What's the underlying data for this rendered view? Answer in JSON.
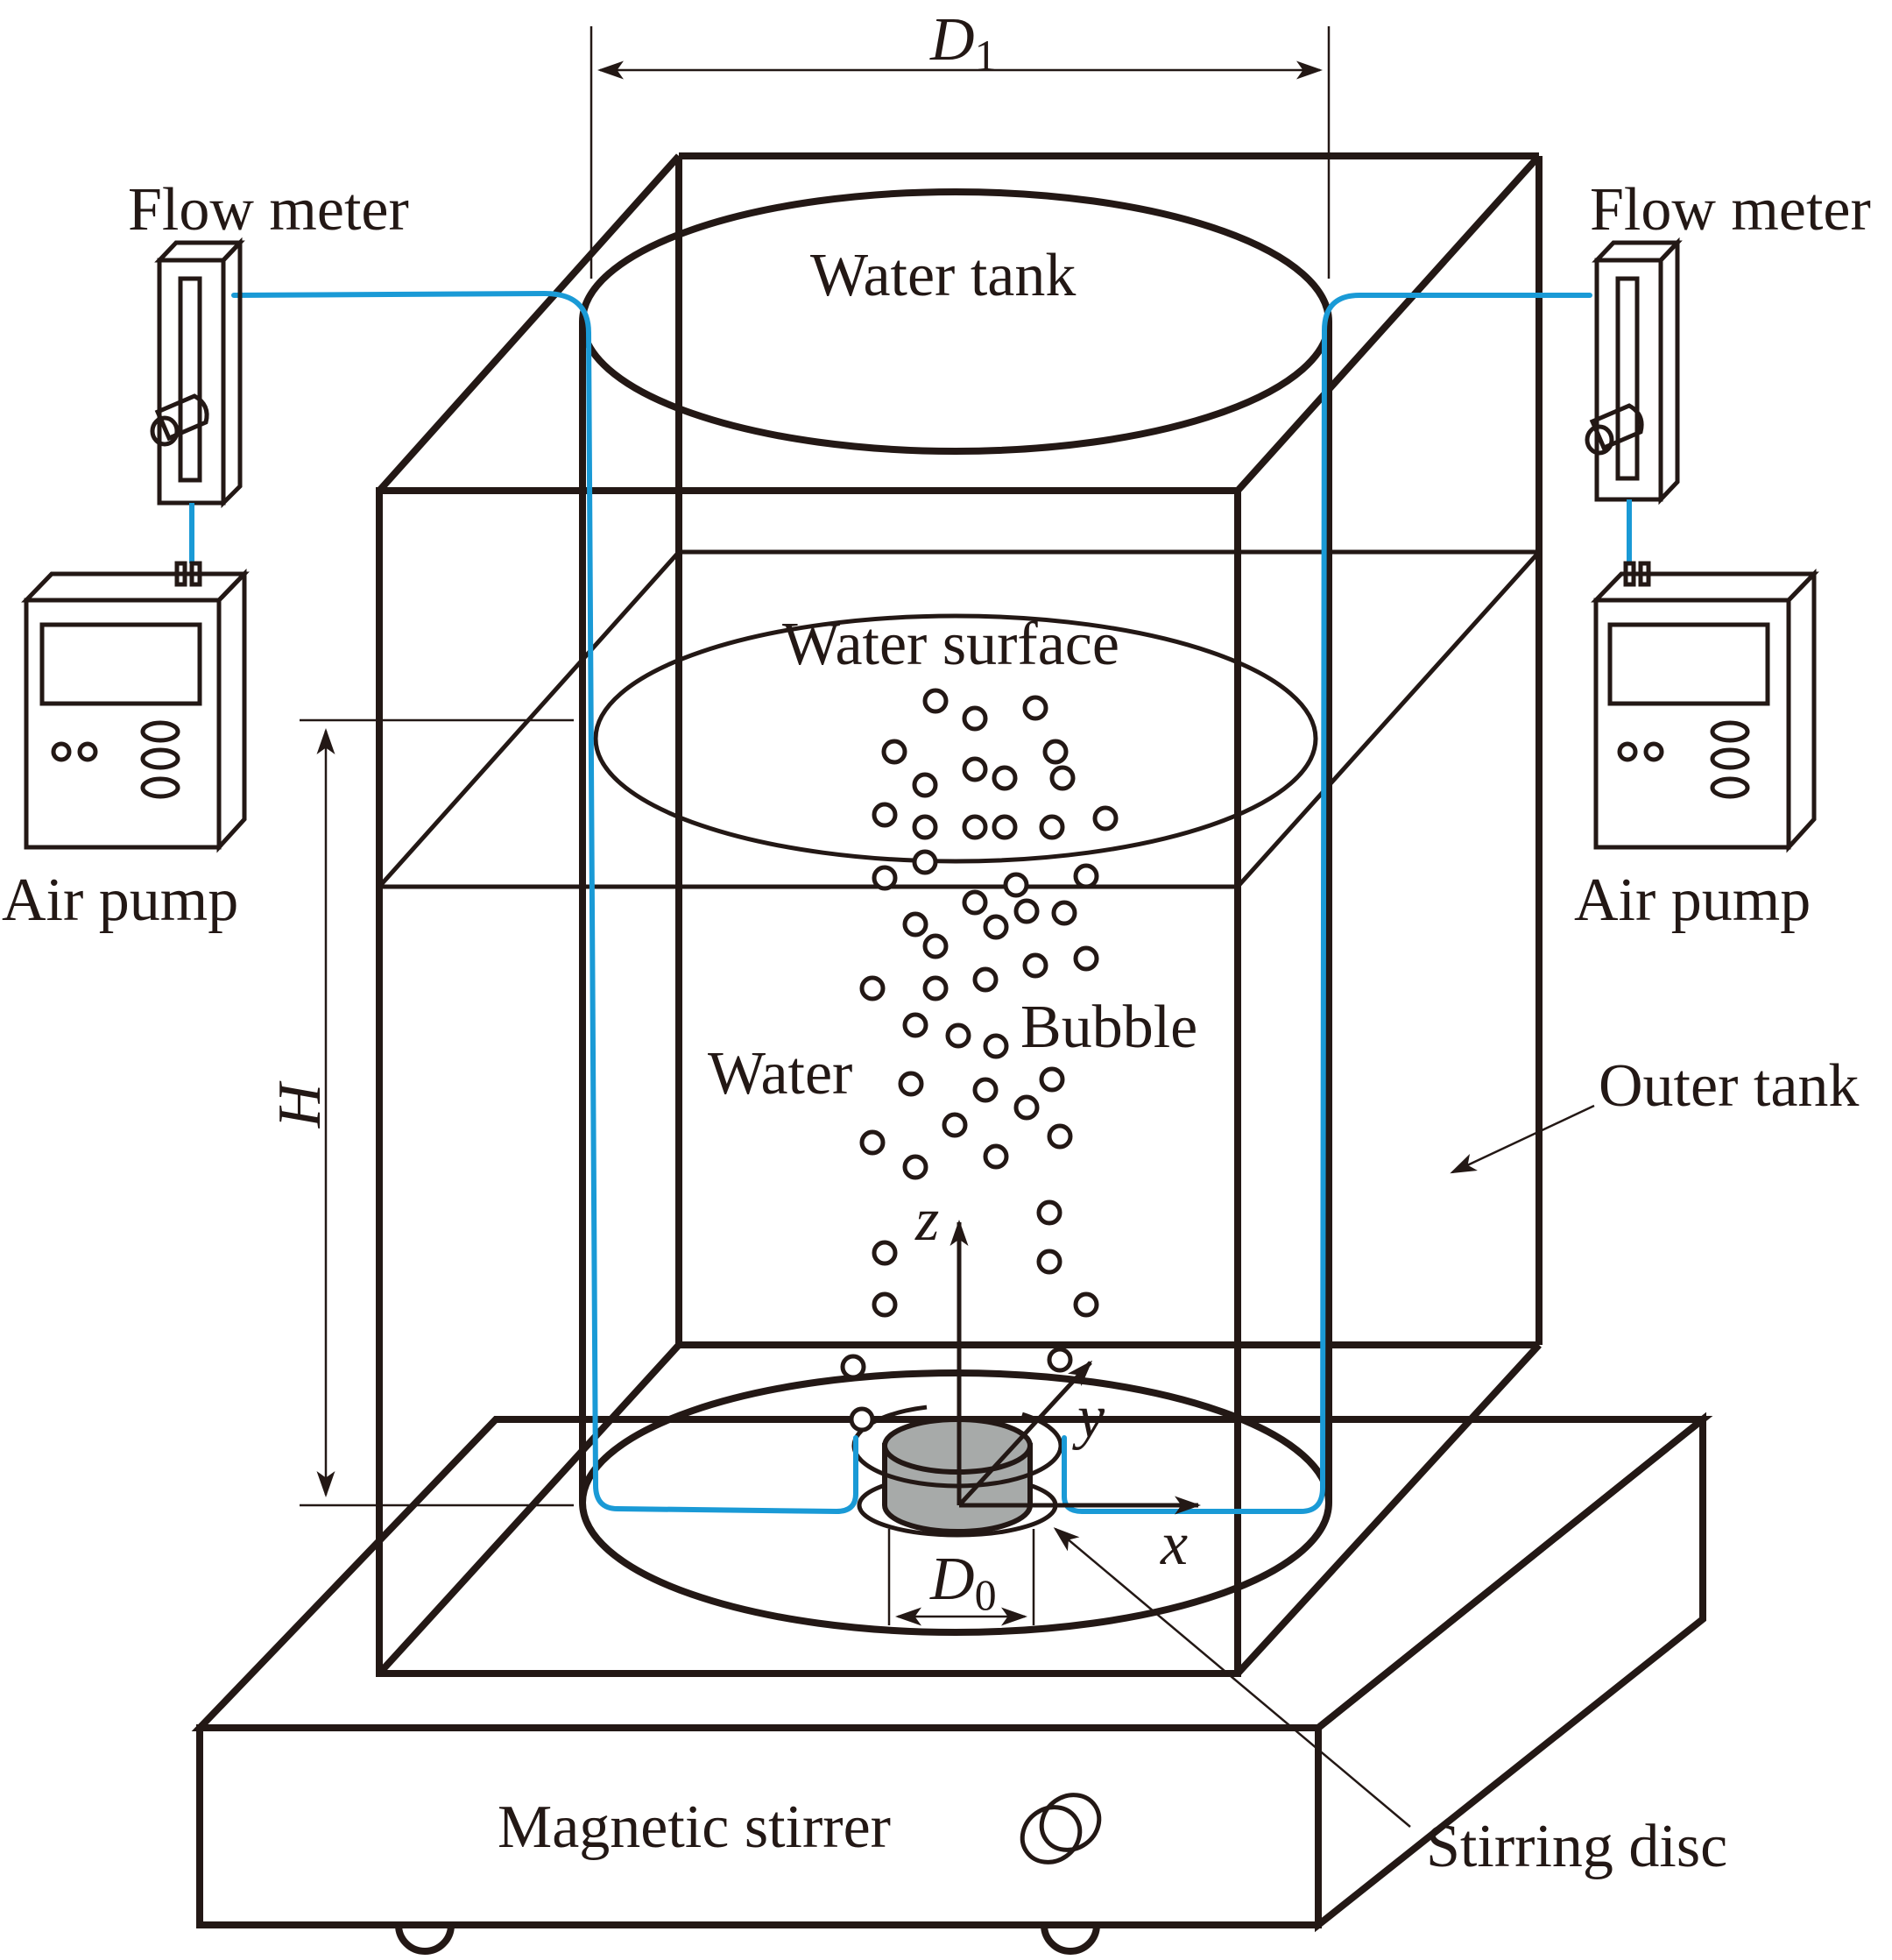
{
  "labels": {
    "d1": "D",
    "d1_sub": "1",
    "d0": "D",
    "d0_sub": "0",
    "height": "H",
    "flow_meter_left": "Flow meter",
    "flow_meter_right": "Flow meter",
    "air_pump_left": "Air pump",
    "air_pump_right": "Air pump",
    "water_tank": "Water tank",
    "water_surface": "Water surface",
    "bubble": "Bubble",
    "water": "Water",
    "outer_tank": "Outer tank",
    "magnetic_stirrer": "Magnetic stirrer",
    "stirring_disc": "Stirring disc",
    "axis_x": "x",
    "axis_y": "y",
    "axis_z": "z"
  },
  "colors": {
    "line": "#231815",
    "air_pipe": "#1a9ad6",
    "disc_fill": "#a7aaa9"
  }
}
